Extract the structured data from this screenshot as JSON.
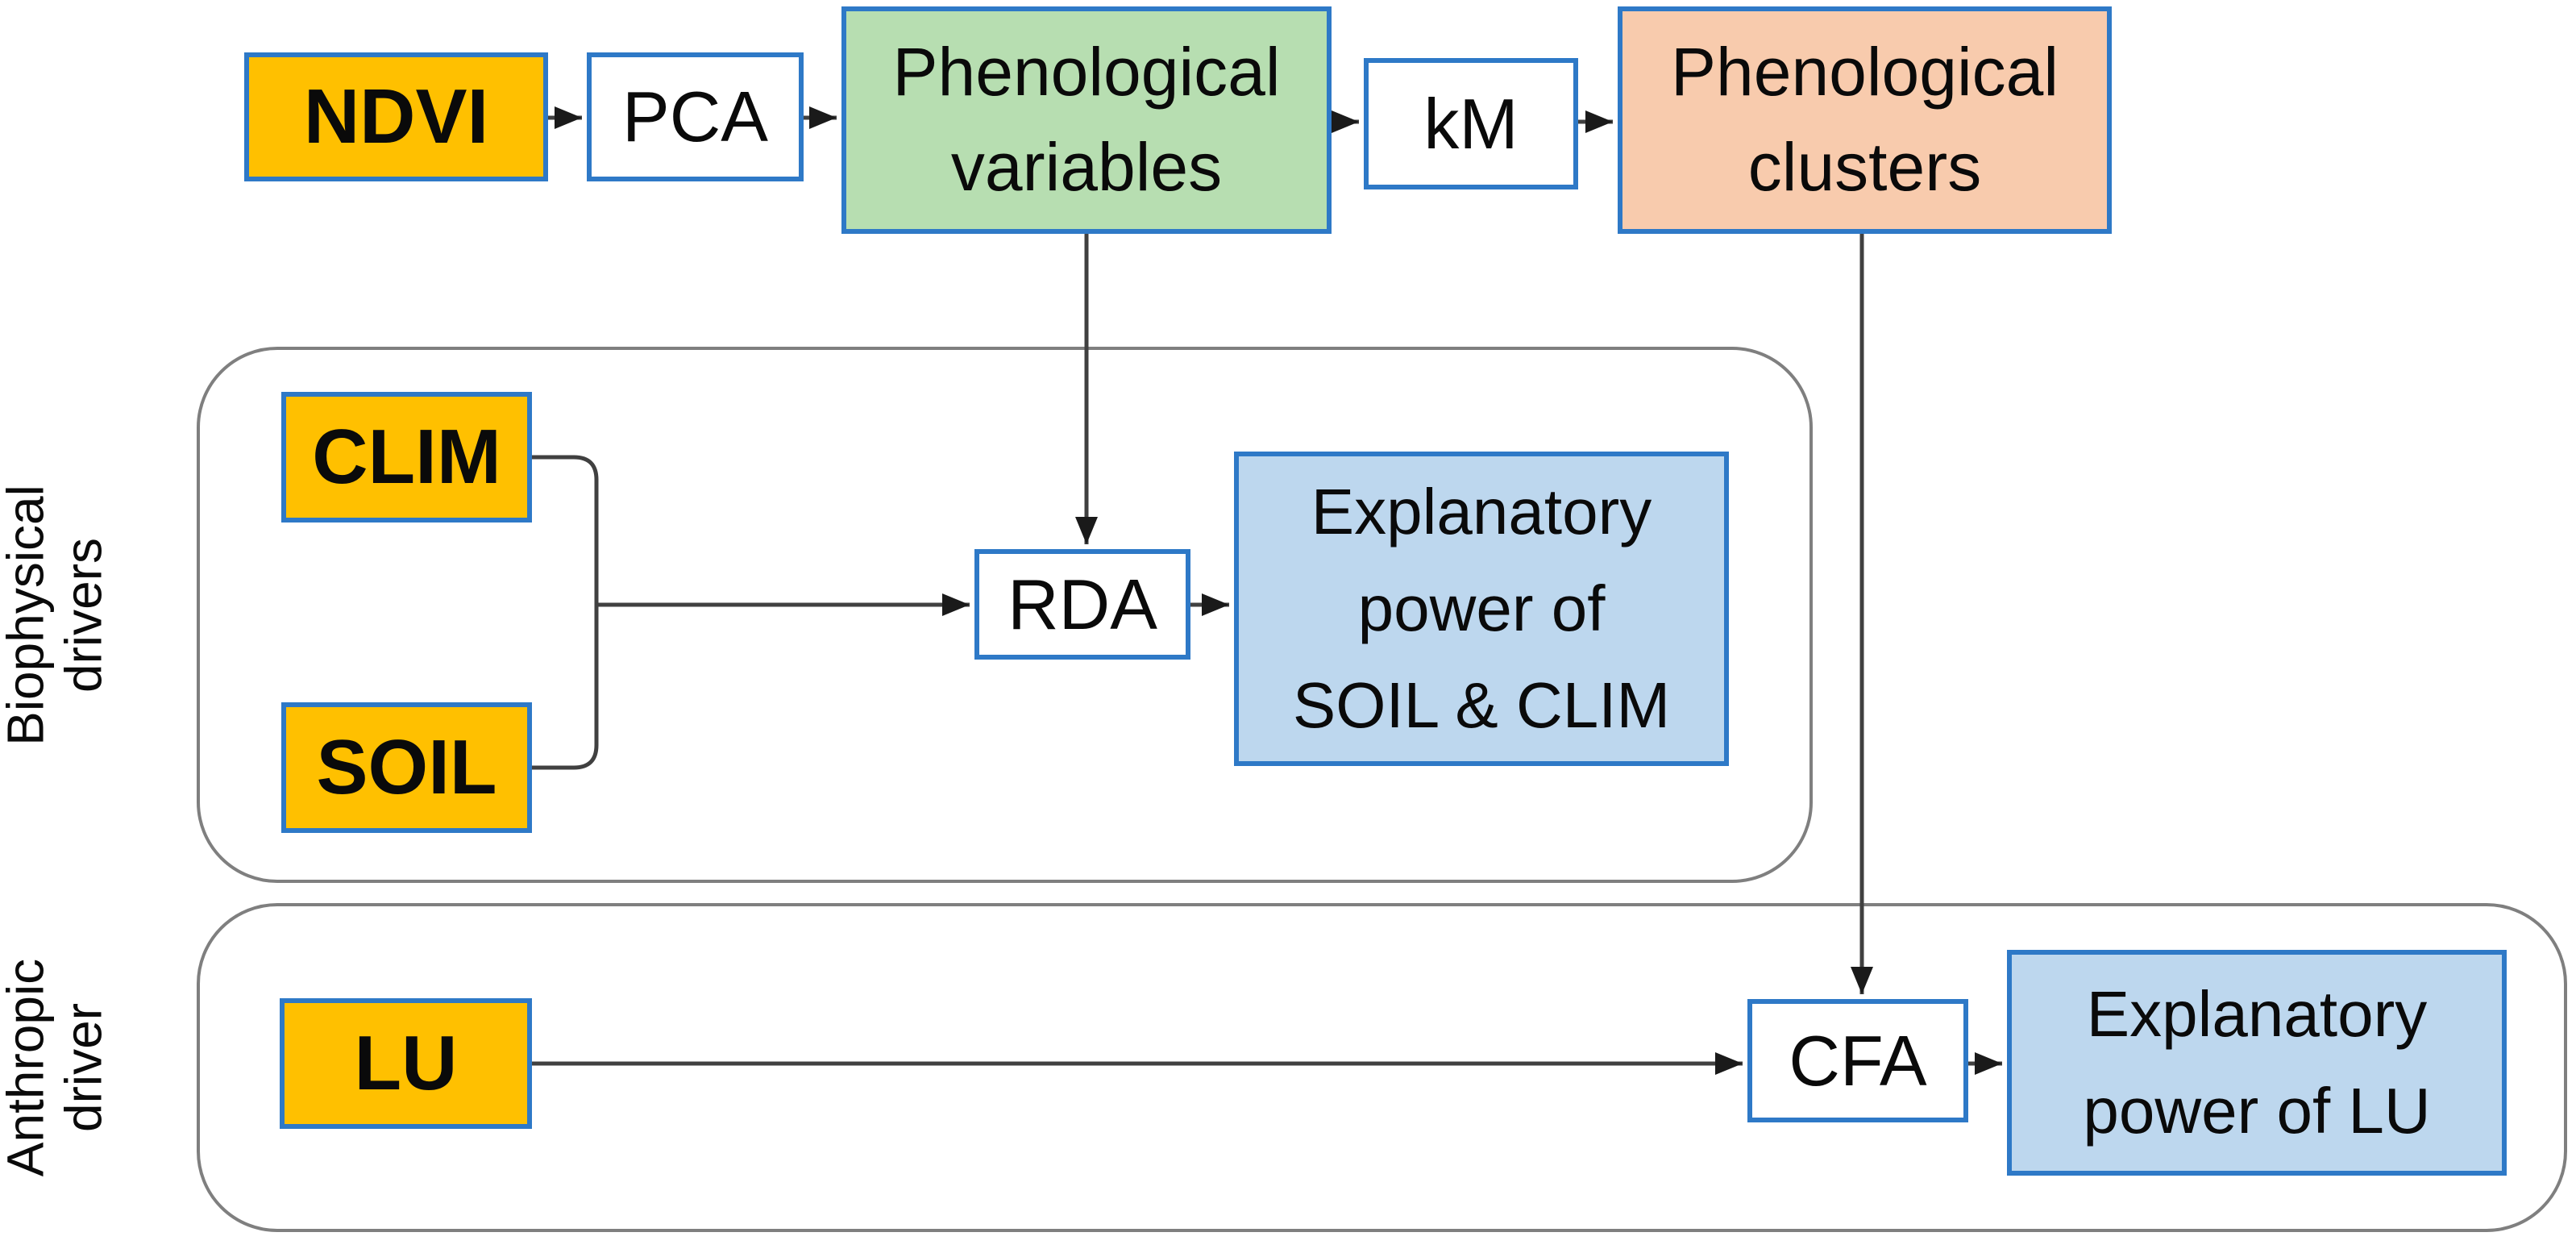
{
  "diagram": {
    "title_hint": "Phenology analysis workflow diagram",
    "top_row": {
      "ndvi": "NDVI",
      "pca": "PCA",
      "phenological_variables": {
        "lines": [
          "Phenological",
          "variables"
        ]
      },
      "km": "kM",
      "phenological_clusters": {
        "lines": [
          "Phenological",
          "clusters"
        ]
      }
    },
    "biophysical_group": {
      "label_lines": [
        "Biophysical",
        "drivers"
      ],
      "clim": "CLIM",
      "soil": "SOIL",
      "rda": "RDA",
      "explanatory": {
        "lines": [
          "Explanatory",
          "power of",
          "SOIL & CLIM"
        ]
      }
    },
    "anthropic_group": {
      "label_lines": [
        "Anthropic",
        "driver"
      ],
      "lu": "LU",
      "cfa": "CFA",
      "explanatory": {
        "lines": [
          "Explanatory",
          "power of LU"
        ]
      }
    },
    "connections": [
      "NDVI -> PCA",
      "PCA -> Phenological variables",
      "Phenological variables -> kM",
      "kM -> Phenological clusters",
      "Phenological variables -> RDA",
      "Phenological clusters -> CFA",
      "CLIM + SOIL -> RDA",
      "RDA -> Explanatory power of SOIL & CLIM",
      "LU -> CFA",
      "CFA -> Explanatory power of LU"
    ],
    "colors": {
      "input_fill": "#FFC000",
      "process_fill": "#FFFFFF",
      "variables_fill": "#B7DEB1",
      "clusters_fill": "#F8CBAD",
      "result_fill": "#BDD7EE",
      "box_border": "#2E79C7",
      "group_border": "#7F7F7F",
      "line": "#404040",
      "arrowhead": "#1A1A1A",
      "text": "#0A0A0A"
    }
  }
}
